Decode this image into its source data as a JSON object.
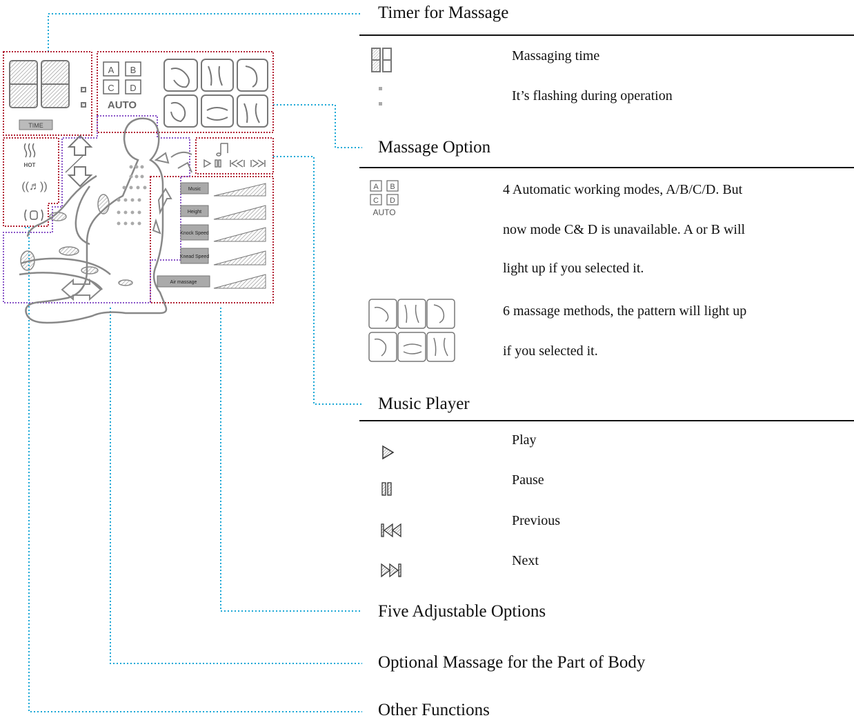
{
  "lcd": {
    "display_digits": "88",
    "time_label": "TIME",
    "mode_letters": [
      "A",
      "B",
      "C",
      "D"
    ],
    "auto_label": "AUTO",
    "hot_label": "HOT",
    "adjustable_labels": [
      "Music",
      "Height",
      "Knock Speed",
      "Knead Speed",
      "Air massage"
    ]
  },
  "sections": {
    "timer": {
      "title": "Timer for Massage",
      "rows": [
        "Massaging time",
        "It’s flashing during operation"
      ]
    },
    "massage_option": {
      "title": "Massage Option",
      "auto_icon": {
        "letters": [
          "A",
          "B",
          "C",
          "D"
        ],
        "auto": "AUTO"
      },
      "modes_lines": [
        "4 Automatic working modes, A/B/C/D. But",
        "now mode C& D is unavailable. A or B will",
        "light up if you selected it."
      ],
      "methods_lines": [
        "6 massage methods, the pattern will light up",
        "if you selected it."
      ]
    },
    "music_player": {
      "title": "Music Player",
      "rows": [
        "Play",
        "Pause",
        "Previous",
        "Next"
      ]
    },
    "five_adjustable": {
      "title": "Five Adjustable Options"
    },
    "body_part": {
      "title": "Optional Massage for the Part of Body"
    },
    "other": {
      "title": "Other Functions"
    }
  },
  "colors": {
    "timer_box": "#b22234",
    "body_box": "#8a55c8",
    "leader_line": "#1aa7d6",
    "lcd_stroke": "#777777"
  }
}
